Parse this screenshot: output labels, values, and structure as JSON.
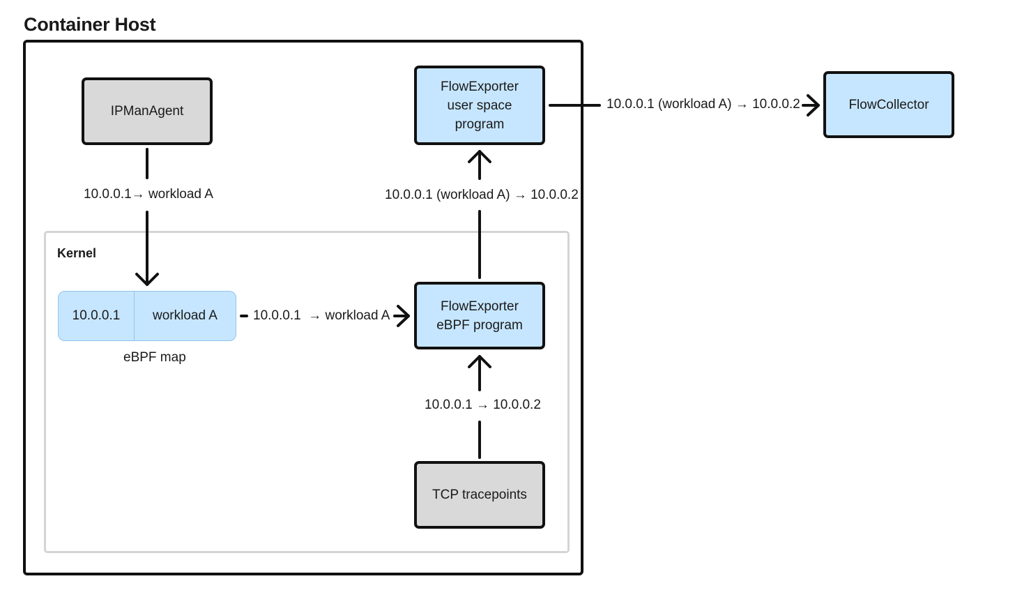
{
  "title": "Container Host",
  "kernel_label": "Kernel",
  "nodes": {
    "ipman_agent": "IPManAgent",
    "flowexporter_user": [
      "FlowExporter",
      "user space",
      "program"
    ],
    "flowcollector": "FlowCollector",
    "flowexporter_ebpf": [
      "FlowExporter",
      "eBPF program"
    ],
    "tcp_tracepoints": "TCP tracepoints"
  },
  "ebpf_map": {
    "key": "10.0.0.1",
    "value": "workload A",
    "caption": "eBPF map"
  },
  "edge_labels": {
    "agent_to_map": "10.0.0.1→ workload A",
    "map_to_ebpf": "10.0.0.1  → workload A",
    "tcp_to_ebpf": "10.0.0.1 → 10.0.0.2",
    "ebpf_to_user": "10.0.0.1 (workload A) → 10.0.0.2",
    "user_to_collector": "10.0.0.1 (workload A) → 10.0.0.2"
  },
  "colors": {
    "blue_fill": "#c6e6ff",
    "gray_fill": "#d9d9d9",
    "stroke": "#111111",
    "kernel_border": "#d4d4d4"
  }
}
